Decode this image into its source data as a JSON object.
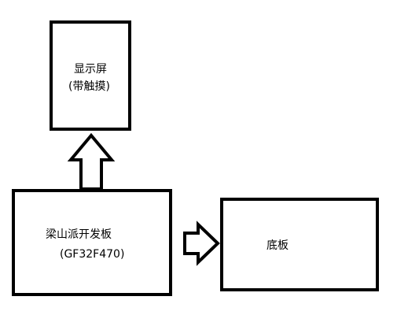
{
  "nodes": {
    "display": {
      "title": "显示屏",
      "subtitle": "(带触摸)"
    },
    "dev_board": {
      "title": "梁山派开发板",
      "subtitle": "(GF32F470)"
    },
    "base_board": {
      "title": "底板"
    }
  },
  "edges": [
    {
      "from": "dev_board",
      "to": "display",
      "direction": "up"
    },
    {
      "from": "dev_board",
      "to": "base_board",
      "direction": "right"
    }
  ],
  "colors": {
    "stroke": "#000000",
    "fill": "#ffffff"
  }
}
